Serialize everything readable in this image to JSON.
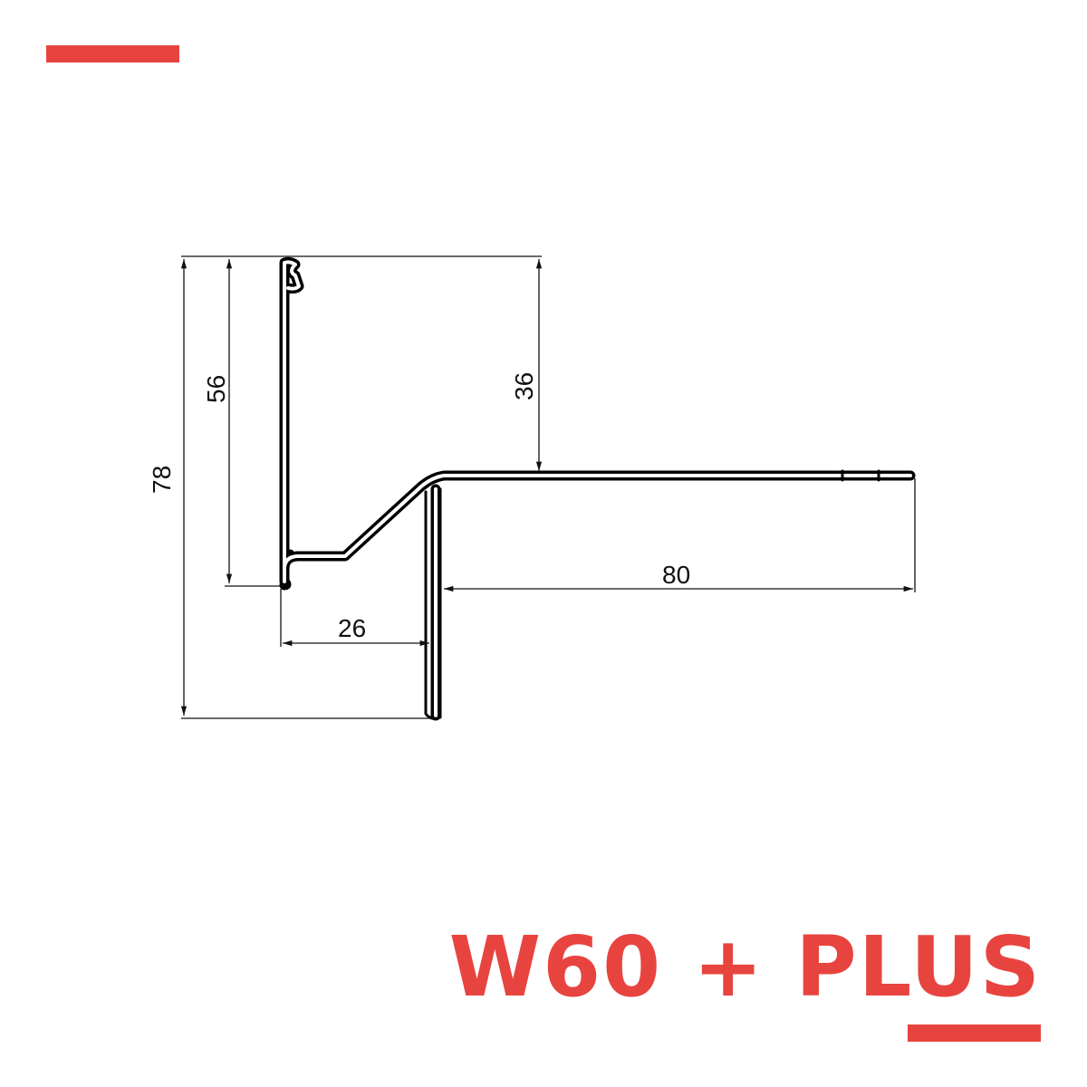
{
  "product": {
    "title": "W60 + PLUS"
  },
  "colors": {
    "accent": "#e8443f",
    "line": "#000000"
  },
  "dimensions": {
    "total_height": "78",
    "wall_height": "56",
    "upper_height": "36",
    "flange_width": "80",
    "step_width": "26"
  }
}
